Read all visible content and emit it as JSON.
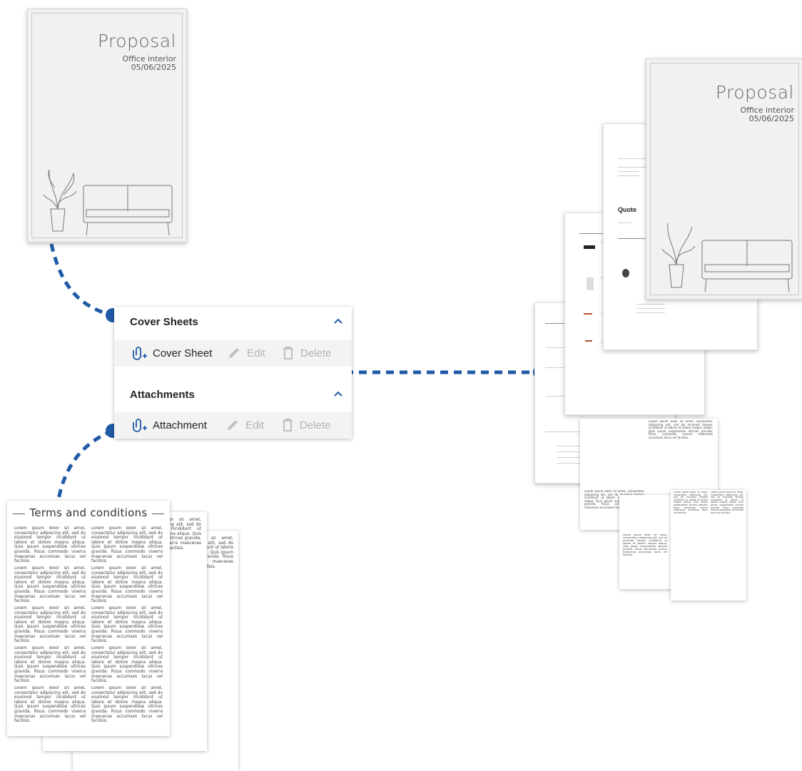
{
  "cover_sheet_preview": {
    "title": "Proposal",
    "subtitle": "Office interior",
    "date": "05/06/2025"
  },
  "panel": {
    "cover_sheets": {
      "heading": "Cover Sheets",
      "add_label": "Cover Sheet",
      "edit_label": "Edit",
      "delete_label": "Delete"
    },
    "attachments": {
      "heading": "Attachments",
      "add_label": "Attachment",
      "edit_label": "Edit",
      "delete_label": "Delete"
    }
  },
  "quote_stack": {
    "cover_title": "Proposal",
    "cover_subtitle": "Office interior",
    "cover_date": "05/06/2025",
    "quote_heading": "Quote"
  },
  "terms_preview": {
    "title": "Terms and conditions",
    "lorem": "Lorem ipsum dolor sit amet, consectetur adipiscing elit, sed do eiusmod tempor incididunt ut labore et dolore magna aliqua. Quis ipsum suspendisse ultrices gravida. Risus commodo viverra maecenas accumsan lacus vel facilisis."
  },
  "colors": {
    "connector": "#1f5aa6",
    "panel_row_bg": "#f3f3f3",
    "chevron": "#1f5aa6",
    "disabled_text": "#b3b3b3"
  }
}
